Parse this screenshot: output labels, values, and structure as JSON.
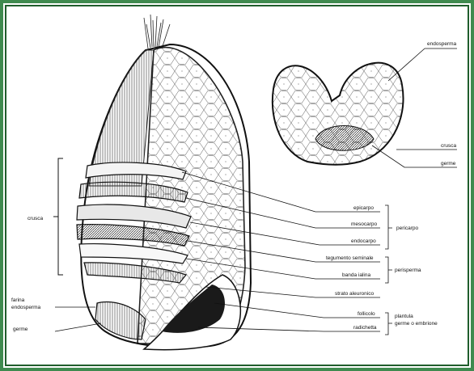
{
  "frame": {
    "outer_color": "#3f8a4f",
    "inner_color": "#1f5e2c"
  },
  "labels": {
    "endosperma_top": "endosperma",
    "crusca_right": "crusca",
    "germe_right": "germe",
    "crusca_left": "crusca",
    "epicarpo": "epicarpo",
    "mesocarpo": "mesocarpo",
    "endocarpo": "endocarpo",
    "pericarpo": "pericarpo",
    "tegumento_seminale": "tegumento seminale",
    "banda_ialina": "banda ialina",
    "perisperma": "perisperma",
    "strato_aleuronico": "strato aleuronico",
    "farina": "farina",
    "endosperma_left": "endosperma",
    "germe_left": "germe",
    "follicolo": "follicolo",
    "radichetta": "radichetta",
    "plantula": "plantula",
    "germe_o_embrione": "germe o embrione"
  }
}
